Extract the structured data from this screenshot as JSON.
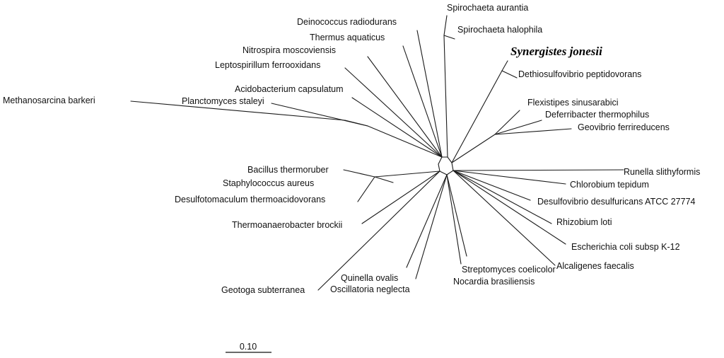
{
  "figure": {
    "scale_bar_label": "0.10",
    "taxa": [
      "Spirochaeta aurantia",
      "Spirochaeta halophila",
      "Deinococcus radiodurans",
      "Thermus aquaticus",
      "Nitrospira moscoviensis",
      "Leptospirillum ferrooxidans",
      "Acidobacterium capsulatum",
      "Planctomyces staleyi",
      "Methanosarcina barkeri",
      "Synergistes jonesii",
      "Dethiosulfovibrio peptidovorans",
      "Flexistipes sinusarabici",
      "Deferribacter thermophilus",
      "Geovibrio ferrireducens",
      "Bacillus thermoruber",
      "Staphylococcus aureus",
      "Desulfotomaculum thermoacidovorans",
      "Thermoanaerobacter brockii",
      "Geotoga subterranea",
      "Quinella ovalis",
      "Oscillatoria neglecta",
      "Streptomyces coelicolor",
      "Nocardia brasiliensis",
      "Runella slithyformis",
      "Chlorobium tepidum",
      "Desulfovibrio desulfuricans ATCC 27774",
      "Rhizobium loti",
      "Escherichia coli subsp K-12",
      "Alcaligenes faecalis"
    ]
  }
}
